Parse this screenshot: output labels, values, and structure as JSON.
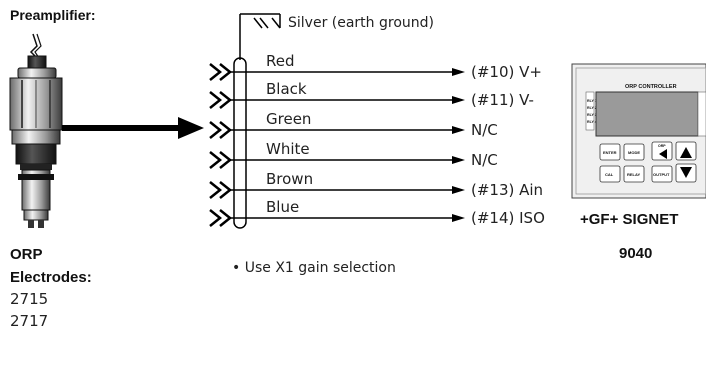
{
  "preamp_label": "Preamplifier:",
  "ground_label": "Silver (earth ground)",
  "electrodes": {
    "title_line1": "ORP",
    "title_line2": "Electrodes:",
    "models": [
      "2715",
      "2717"
    ]
  },
  "wires": [
    {
      "color": "Red",
      "terminal": "(#10) V+"
    },
    {
      "color": "Black",
      "terminal": "(#11) V-"
    },
    {
      "color": "Green",
      "terminal": "N/C"
    },
    {
      "color": "White",
      "terminal": "N/C"
    },
    {
      "color": "Brown",
      "terminal": "(#13) Ain"
    },
    {
      "color": "Blue",
      "terminal": "(#14) ISO"
    }
  ],
  "note": "• Use X1 gain selection",
  "instrument": {
    "name_line1": "+GF+ SIGNET",
    "name_line2": "9040",
    "screen_title": "ORP CONTROLLER",
    "relay_labels": [
      "RLY 1",
      "RLY 2",
      "RLY 3",
      "RLY 4"
    ],
    "buttons": [
      "ENTER",
      "MODE",
      "ORP",
      "CAL",
      "RELAY",
      "OUTPUT"
    ]
  }
}
